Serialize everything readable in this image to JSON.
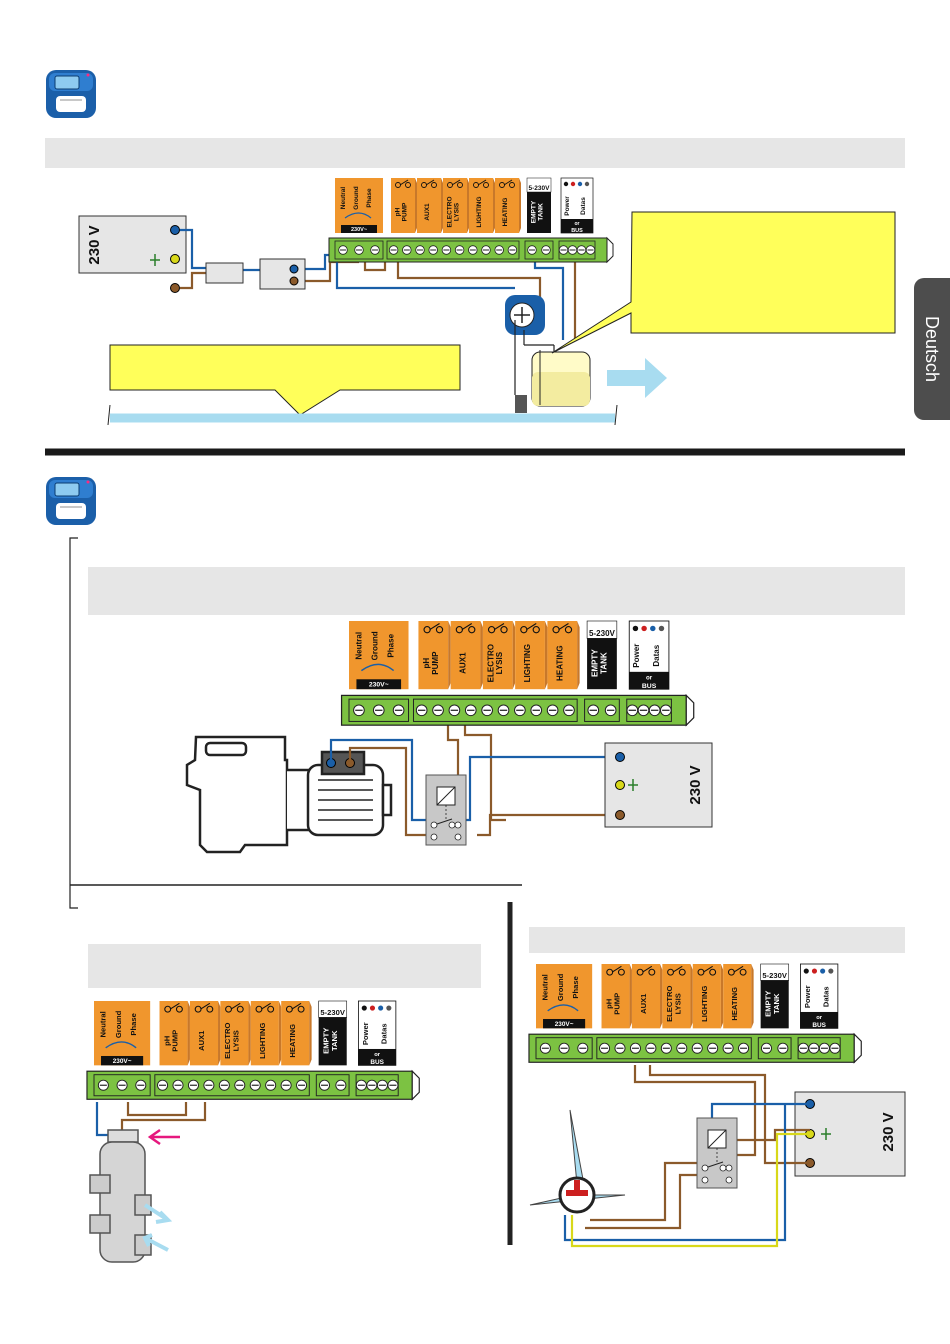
{
  "side_tab": {
    "label": "Deutsch"
  },
  "supply": {
    "voltage": "230 V"
  },
  "terminal": {
    "power_labels": [
      "Neutral",
      "Ground",
      "Phase"
    ],
    "power_caption": "230V~",
    "relays": [
      "pH\nPUMP",
      "AUX1",
      "ELECTRO\nLYSIS",
      "LIGHTING",
      "HEATING"
    ],
    "empty_tank": "EMPTY\nTANK",
    "tank_range": "5-230V",
    "bus_labels": [
      "Power",
      "Datas"
    ],
    "bus_or": "or",
    "bus_caption": "BUS"
  },
  "colors": {
    "neutral_wire": "#1a5fa8",
    "phase_wire": "#8b5a2b",
    "ground_wire": "#d8d81a",
    "terminal_green": "#7cc242",
    "label_orange": "#f0962d",
    "callout_yellow": "#ffff5a",
    "water_blue": "#a8dcf0",
    "header_grey": "#e6e6e6"
  }
}
